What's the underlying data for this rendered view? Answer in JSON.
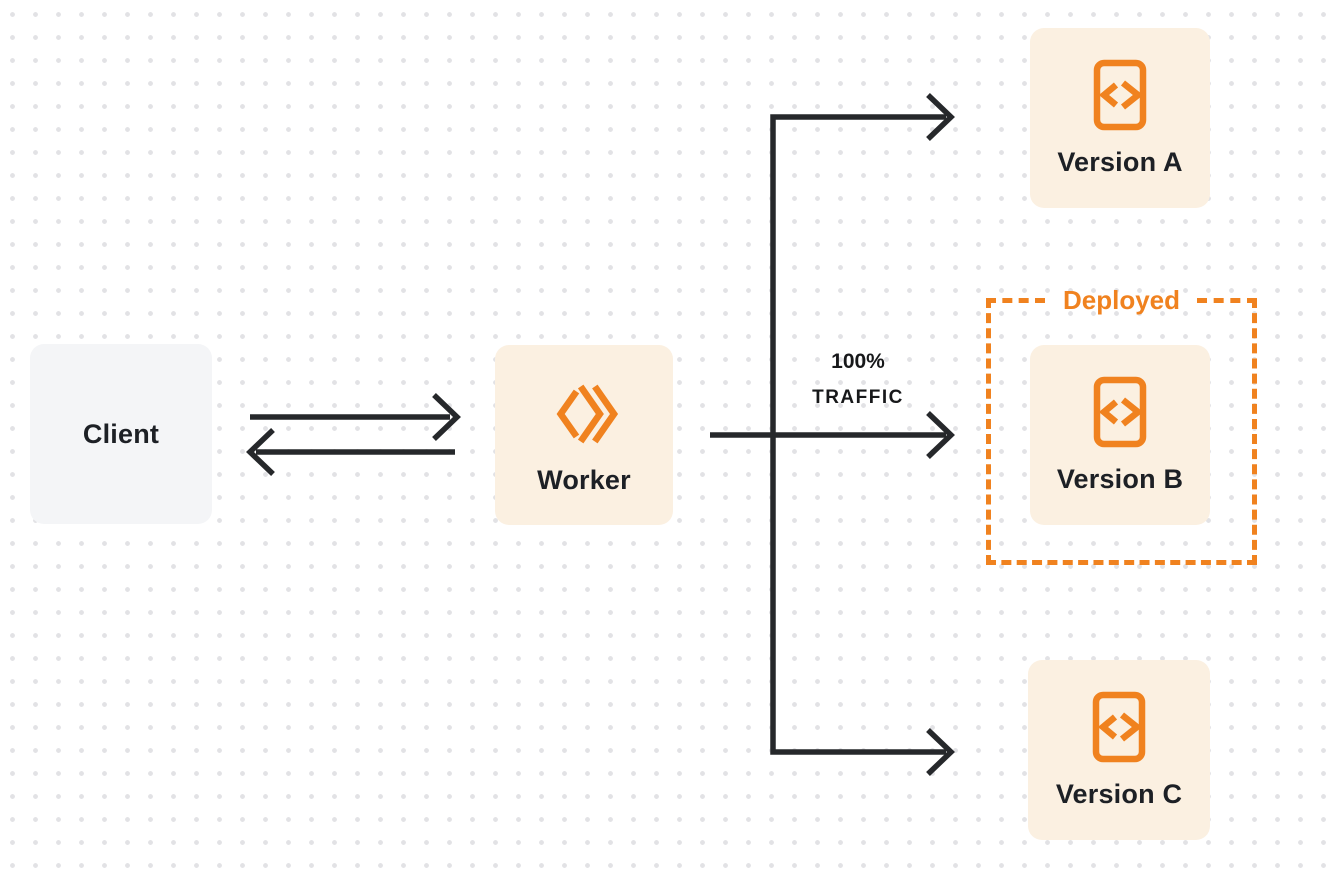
{
  "diagram": {
    "title": "worker-traffic-routing-diagram",
    "nodes": {
      "client": {
        "label": "Client"
      },
      "worker": {
        "label": "Worker"
      }
    },
    "versions": [
      {
        "label": "Version A"
      },
      {
        "label": "Version B"
      },
      {
        "label": "Version C"
      }
    ],
    "deployed": {
      "label": "Deployed"
    },
    "traffic": {
      "line1": "100%",
      "line2": "TRAFFIC"
    },
    "icons": {
      "worker_logo": "workers-chevron-logo-icon",
      "version_icon": "code-file-icon"
    },
    "colors": {
      "accent_orange": "#f0821f",
      "card_cream": "#fbf0e1",
      "card_gray": "#f4f5f7",
      "arrow_dark": "#26282b",
      "text_dark": "#1d2025",
      "dot_grid": "#e2e2e5"
    }
  }
}
